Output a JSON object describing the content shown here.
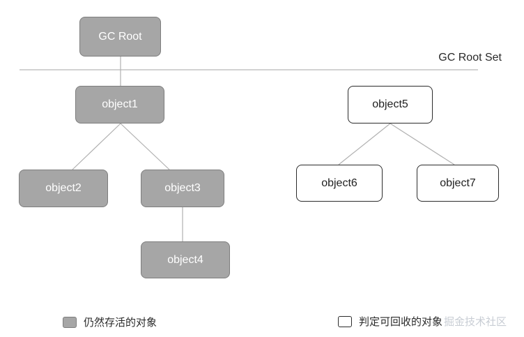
{
  "root_set_label": "GC Root Set",
  "nodes": {
    "gc_root": "GC Root",
    "object1": "object1",
    "object2": "object2",
    "object3": "object3",
    "object4": "object4",
    "object5": "object5",
    "object6": "object6",
    "object7": "object7"
  },
  "legend": {
    "alive": "仍然存活的对象",
    "collectable": "判定可回收的对象",
    "watermark": "掘金技术社区"
  },
  "colors": {
    "alive_fill": "#a6a6a6",
    "collectable_fill": "#ffffff",
    "stroke": "#2b2b2b",
    "edge": "#b0b0b0"
  }
}
